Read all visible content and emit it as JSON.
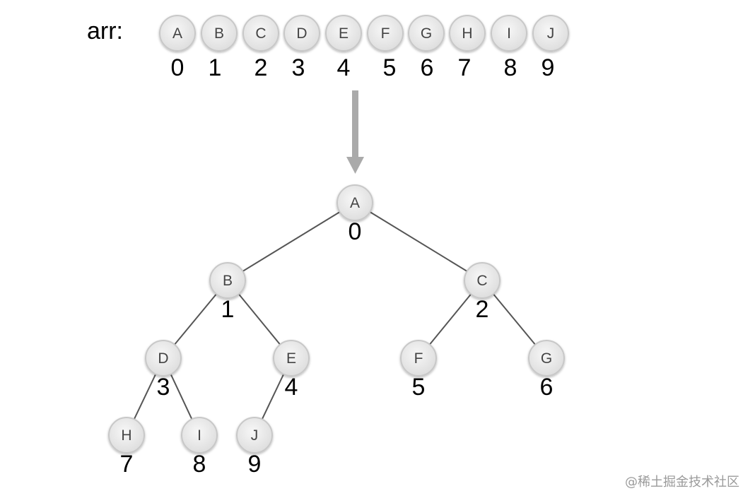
{
  "array": {
    "label": "arr:",
    "items": [
      {
        "value": "A",
        "index": "0"
      },
      {
        "value": "B",
        "index": "1"
      },
      {
        "value": "C",
        "index": "2"
      },
      {
        "value": "D",
        "index": "3"
      },
      {
        "value": "E",
        "index": "4"
      },
      {
        "value": "F",
        "index": "5"
      },
      {
        "value": "G",
        "index": "6"
      },
      {
        "value": "H",
        "index": "7"
      },
      {
        "value": "I",
        "index": "8"
      },
      {
        "value": "J",
        "index": "9"
      }
    ]
  },
  "tree": {
    "nodes": [
      {
        "value": "A",
        "index": "0"
      },
      {
        "value": "B",
        "index": "1"
      },
      {
        "value": "C",
        "index": "2"
      },
      {
        "value": "D",
        "index": "3"
      },
      {
        "value": "E",
        "index": "4"
      },
      {
        "value": "F",
        "index": "5"
      },
      {
        "value": "G",
        "index": "6"
      },
      {
        "value": "H",
        "index": "7"
      },
      {
        "value": "I",
        "index": "8"
      },
      {
        "value": "J",
        "index": "9"
      }
    ],
    "edges": [
      [
        "A",
        "B"
      ],
      [
        "A",
        "C"
      ],
      [
        "B",
        "D"
      ],
      [
        "B",
        "E"
      ],
      [
        "C",
        "F"
      ],
      [
        "C",
        "G"
      ],
      [
        "D",
        "H"
      ],
      [
        "D",
        "I"
      ],
      [
        "E",
        "J"
      ]
    ]
  },
  "watermark": "@稀土掘金技术社区",
  "colors": {
    "node_fill": "#e6e6e6",
    "node_stroke": "#c8c8c8",
    "edge": "#555555",
    "arrow": "#aaaaaa"
  }
}
